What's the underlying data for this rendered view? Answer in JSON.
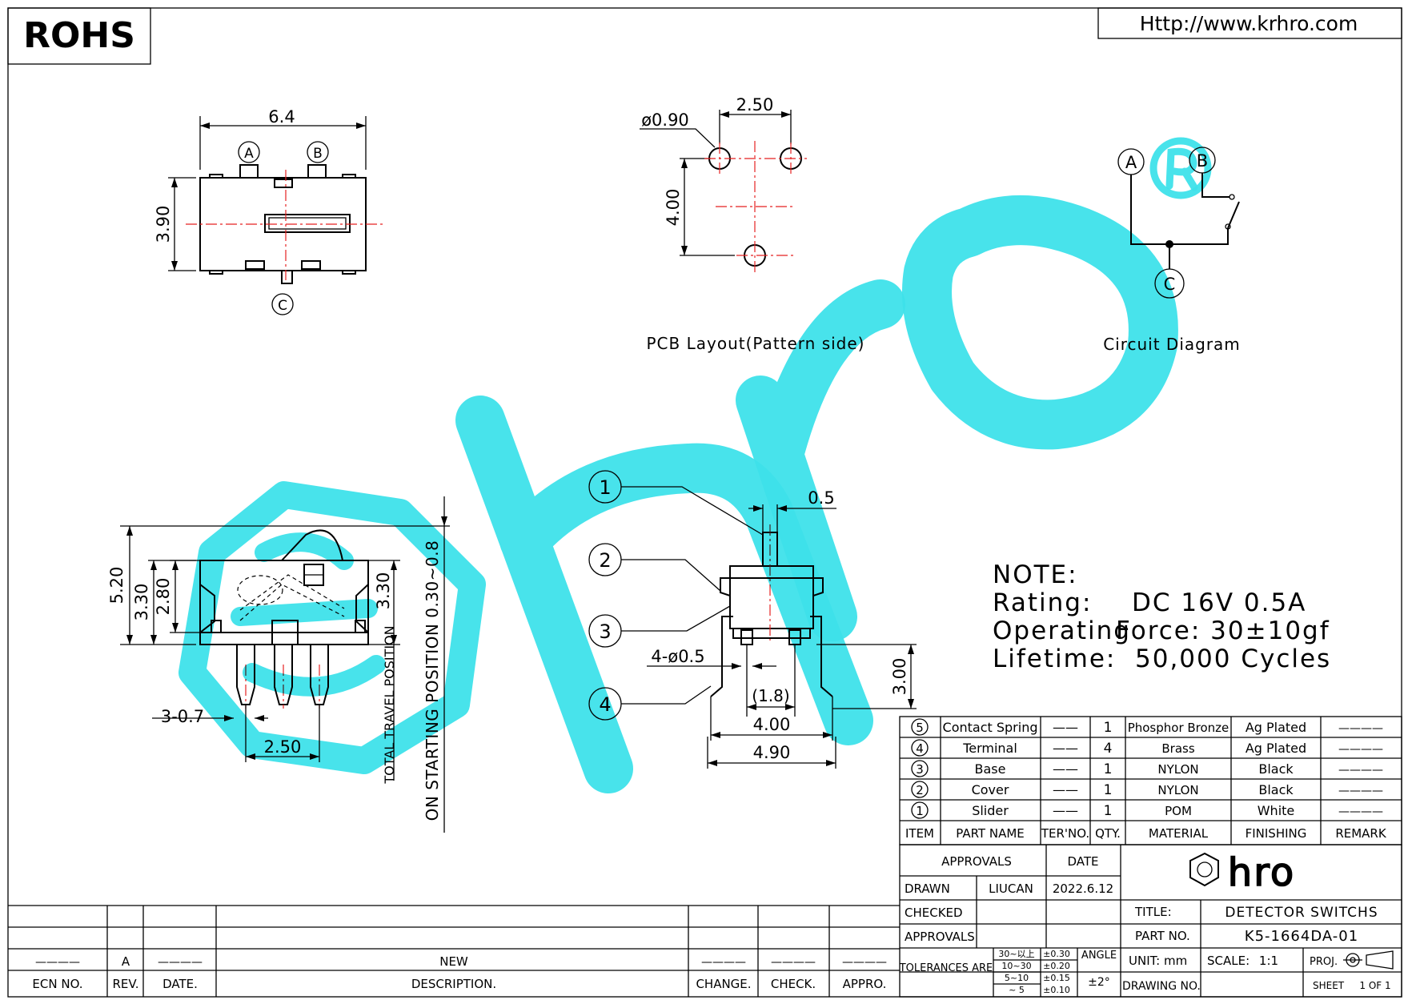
{
  "header": {
    "rohs": "ROHS",
    "url": "Http://www.krhro.com"
  },
  "views": {
    "top": {
      "dim_width": "6.4",
      "dim_height": "3.90",
      "pin_a": "A",
      "pin_b": "B",
      "pin_c": "C"
    },
    "pcb": {
      "dim_hole": "ø0.90",
      "dim_pitch": "2.50",
      "dim_vert": "4.00",
      "caption": "PCB Layout(Pattern side)"
    },
    "circuit": {
      "pin_a": "A",
      "pin_b": "B",
      "pin_c": "C",
      "caption": "Circuit Diagram"
    },
    "side": {
      "dim_520": "5.20",
      "dim_330": "3.30",
      "dim_280": "2.80",
      "dim_330r": "3.30",
      "total_travel": "TOTAL TRAVEL POSITION",
      "starting": "ON STARTING POSITION 0.30~0.8",
      "pins": "3-0.7",
      "pitch": "2.50"
    },
    "front": {
      "dim_05": "0.5",
      "dim_holes": "4-ø0.5",
      "dim_18": "(1.8)",
      "dim_400": "4.00",
      "dim_490": "4.90",
      "dim_300": "3.00",
      "callouts": [
        "1",
        "2",
        "3",
        "4"
      ]
    }
  },
  "notes": {
    "heading": "NOTE:",
    "rating_label": "Rating:",
    "rating_value": "DC 16V 0.5A",
    "force_label": "Operating",
    "force_value": "Force: 30±10gf",
    "life_label": "Lifetime:",
    "life_value": "50,000 Cycles"
  },
  "bom": {
    "rows": [
      {
        "item": "5",
        "name": "Contact Spring",
        "ter": "——",
        "qty": "1",
        "material": "Phosphor Bronze",
        "finish": "Ag Plated",
        "remark": "————"
      },
      {
        "item": "4",
        "name": "Terminal",
        "ter": "——",
        "qty": "4",
        "material": "Brass",
        "finish": "Ag Plated",
        "remark": "————"
      },
      {
        "item": "3",
        "name": "Base",
        "ter": "——",
        "qty": "1",
        "material": "NYLON",
        "finish": "Black",
        "remark": "————"
      },
      {
        "item": "2",
        "name": "Cover",
        "ter": "——",
        "qty": "1",
        "material": "NYLON",
        "finish": "Black",
        "remark": "————"
      },
      {
        "item": "1",
        "name": "Slider",
        "ter": "——",
        "qty": "1",
        "material": "POM",
        "finish": "White",
        "remark": "————"
      }
    ],
    "headers": {
      "item": "ITEM",
      "name": "PART NAME",
      "ter": "TER'NO.",
      "qty": "QTY.",
      "material": "MATERIAL",
      "finish": "FINISHING",
      "remark": "REMARK"
    }
  },
  "titleblock": {
    "approvals": "APPROVALS",
    "date": "DATE",
    "drawn": "DRAWN",
    "drawn_by": "LIUCAN",
    "drawn_date": "2022.6.12",
    "checked": "CHECKED",
    "approvals2": "APPROVALS",
    "tolerances": "TOLERANCES ARE",
    "tol_ranges": [
      "30~以上",
      "10~30",
      "5~10",
      "~ 5"
    ],
    "tol_values": [
      "±0.30",
      "±0.20",
      "±0.15",
      "±0.10"
    ],
    "angle": "ANGLE",
    "angle_value": "±2°",
    "logo": "hro",
    "title_label": "TITLE:",
    "title_value": "DETECTOR SWITCHS",
    "part_label": "PART NO.",
    "part_value": "K5-1664DA-01",
    "unit": "UNIT: mm",
    "scale": "SCALE:",
    "scale_value": "1:1",
    "proj": "PROJ.",
    "drawing_no": "DRAWING NO.",
    "sheet": "SHEET",
    "sheet_value": "1 OF 1"
  },
  "revision": {
    "ecn_value": "————",
    "rev_value": "A",
    "date_value": "————",
    "desc_value": "NEW",
    "change_value": "————",
    "check_value": "————",
    "appro_value": "————",
    "ecn": "ECN NO.",
    "rev": "REV.",
    "date": "DATE.",
    "desc": "DESCRIPTION.",
    "change": "CHANGE.",
    "check": "CHECK.",
    "appro": "APPRO."
  },
  "colors": {
    "watermark": "#3ee2ea",
    "centerline": "#e52222"
  }
}
